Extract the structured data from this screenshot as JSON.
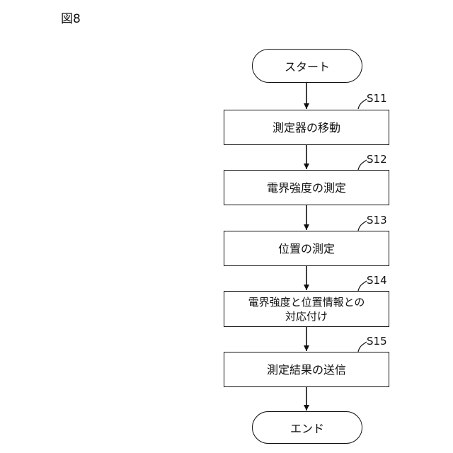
{
  "figure_label": "図8",
  "start": "スタート",
  "end": "エンド",
  "steps": [
    {
      "id": "S11",
      "line1": "測定器の移動",
      "line2": ""
    },
    {
      "id": "S12",
      "line1": "電界強度の測定",
      "line2": ""
    },
    {
      "id": "S13",
      "line1": "位置の測定",
      "line2": ""
    },
    {
      "id": "S14",
      "line1": "電界強度と位置情報との",
      "line2": "対応付け"
    },
    {
      "id": "S15",
      "line1": "測定結果の送信",
      "line2": ""
    }
  ]
}
